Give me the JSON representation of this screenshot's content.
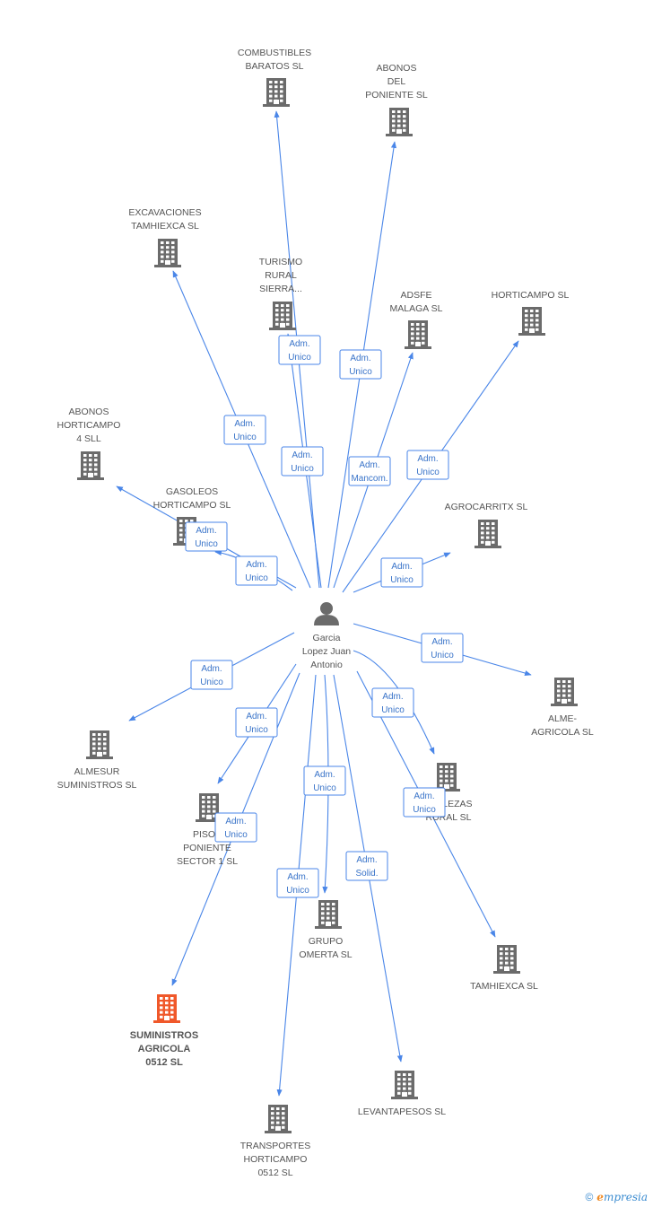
{
  "center_person": {
    "name_lines": [
      "Garcia",
      "Lopez Juan",
      "Antonio"
    ],
    "icon": "person-icon"
  },
  "companies": [
    {
      "id": "combustibles",
      "lines": [
        "COMBUSTIBLES",
        "BARATOS SL"
      ],
      "highlight": false
    },
    {
      "id": "abonos_poniente",
      "lines": [
        "ABONOS",
        "DEL",
        "PONIENTE SL"
      ],
      "highlight": false
    },
    {
      "id": "excavaciones",
      "lines": [
        "EXCAVACIONES",
        "TAMHIEXCA SL"
      ],
      "highlight": false
    },
    {
      "id": "turismo",
      "lines": [
        "TURISMO",
        "RURAL",
        "SIERRA..."
      ],
      "highlight": false
    },
    {
      "id": "adsfe",
      "lines": [
        "ADSFE",
        "MALAGA SL"
      ],
      "highlight": false
    },
    {
      "id": "horticampo",
      "lines": [
        "HORTICAMPO SL"
      ],
      "highlight": false
    },
    {
      "id": "abonos_horticampo",
      "lines": [
        "ABONOS",
        "HORTICAMPO",
        "4 SLL"
      ],
      "highlight": false
    },
    {
      "id": "gasoleos",
      "lines": [
        "GASOLEOS",
        "HORTICAMPO SL"
      ],
      "highlight": false
    },
    {
      "id": "agrocarritx",
      "lines": [
        "AGROCARRITX SL"
      ],
      "highlight": false
    },
    {
      "id": "alme",
      "lines": [
        "ALME-",
        "AGRICOLA SL"
      ],
      "highlight": false
    },
    {
      "id": "almesur",
      "lines": [
        "ALMESUR",
        "SUMINISTROS SL"
      ],
      "highlight": false
    },
    {
      "id": "pisos",
      "lines": [
        "PISOS",
        "PONIENTE",
        "SECTOR 1 SL"
      ],
      "highlight": false
    },
    {
      "id": "bellezas",
      "lines": [
        "BELLEZAS",
        "RURAL SL"
      ],
      "highlight": false
    },
    {
      "id": "grupo",
      "lines": [
        "GRUPO",
        "OMERTA SL"
      ],
      "highlight": false
    },
    {
      "id": "tamhiexca",
      "lines": [
        "TAMHIEXCA SL"
      ],
      "highlight": false
    },
    {
      "id": "suministros",
      "lines": [
        "SUMINISTROS",
        "AGRICOLA",
        "0512 SL"
      ],
      "highlight": true
    },
    {
      "id": "levantapesos",
      "lines": [
        "LEVANTAPESOS SL"
      ],
      "highlight": false
    },
    {
      "id": "transportes",
      "lines": [
        "TRANSPORTES",
        "HORTICAMPO",
        "0512 SL"
      ],
      "highlight": false
    }
  ],
  "relations": [
    {
      "target": "combustibles",
      "lines": [
        "Adm.",
        "Unico"
      ]
    },
    {
      "target": "abonos_poniente",
      "lines": [
        "Adm.",
        "Unico"
      ]
    },
    {
      "target": "excavaciones",
      "lines": [
        "Adm.",
        "Unico"
      ]
    },
    {
      "target": "turismo",
      "lines": [
        "Adm.",
        "Unico"
      ]
    },
    {
      "target": "adsfe",
      "lines": [
        "Adm.",
        "Mancom."
      ]
    },
    {
      "target": "horticampo",
      "lines": [
        "Adm.",
        "Unico"
      ]
    },
    {
      "target": "abonos_horticampo",
      "lines": [
        "Adm.",
        "Unico"
      ]
    },
    {
      "target": "gasoleos",
      "lines": [
        "Adm.",
        "Unico"
      ]
    },
    {
      "target": "agrocarritx",
      "lines": [
        "Adm.",
        "Unico"
      ]
    },
    {
      "target": "alme",
      "lines": [
        "Adm.",
        "Unico"
      ]
    },
    {
      "target": "almesur",
      "lines": [
        "Adm.",
        "Unico"
      ]
    },
    {
      "target": "pisos",
      "lines": [
        "Adm.",
        "Unico"
      ]
    },
    {
      "target": "bellezas",
      "lines": [
        "Adm.",
        "Unico"
      ]
    },
    {
      "target": "grupo",
      "lines": [
        "Adm.",
        "Unico"
      ]
    },
    {
      "target": "tamhiexca",
      "lines": [
        "Adm.",
        "Unico"
      ]
    },
    {
      "target": "suministros",
      "lines": [
        "Adm.",
        "Unico"
      ]
    },
    {
      "target": "levantapesos",
      "lines": [
        "Adm.",
        "Solid."
      ]
    },
    {
      "target": "transportes",
      "lines": [
        "Adm.",
        "Unico"
      ]
    }
  ],
  "colors": {
    "edge": "#4a86e8",
    "building": "#6b6b6b",
    "building_highlight": "#f0582a",
    "person": "#6b6b6b"
  },
  "footer": {
    "copyright": "©",
    "brand_first": "e",
    "brand_rest": "mpresia"
  }
}
